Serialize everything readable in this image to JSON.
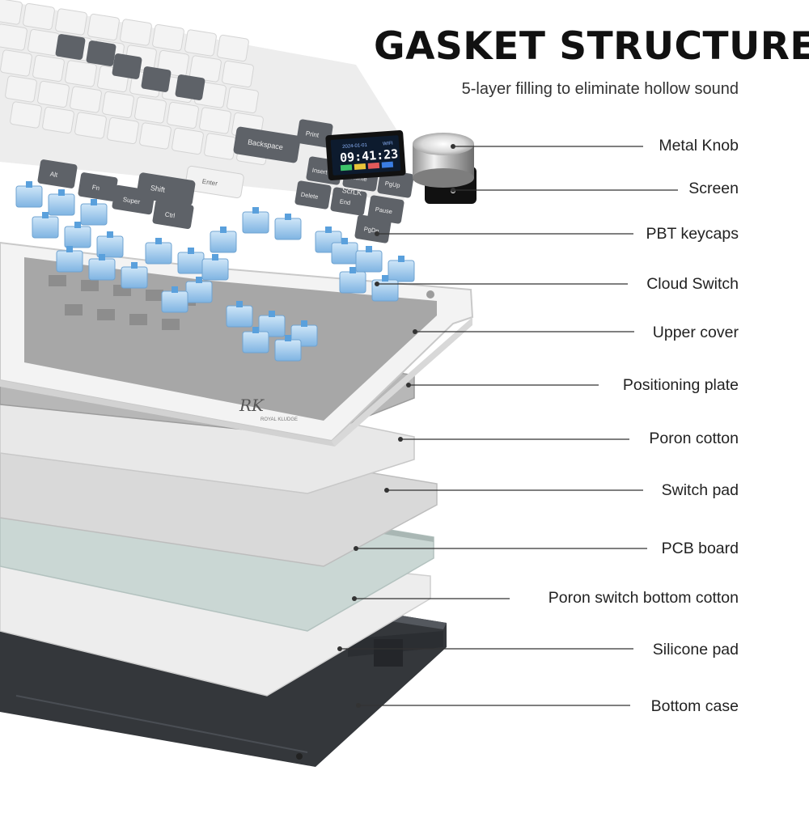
{
  "title": "GASKET STRUCTURE",
  "subtitle": "5-layer filling to eliminate hollow sound",
  "screen_display": {
    "date": "2024-01-01",
    "time": "09:41:23",
    "badge": "WIFI"
  },
  "brand": {
    "logo": "RK",
    "name": "ROYAL KLUDGE"
  },
  "keycap_legends": [
    "Backspace",
    "Enter",
    "Shift",
    "Alt",
    "Fn",
    "Super",
    "Ctrl",
    "Print",
    "Insert",
    "Home",
    "PgUp",
    "Delete",
    "End",
    "ScrLK",
    "Pause",
    "PgDn"
  ],
  "callouts": [
    {
      "label": "Metal Knob"
    },
    {
      "label": "Screen"
    },
    {
      "label": "PBT keycaps"
    },
    {
      "label": "Cloud Switch"
    },
    {
      "label": "Upper cover"
    },
    {
      "label": "Positioning plate"
    },
    {
      "label": "Poron cotton"
    },
    {
      "label": "Switch pad"
    },
    {
      "label": "PCB board"
    },
    {
      "label": "Poron switch bottom cotton"
    },
    {
      "label": "Silicone pad"
    },
    {
      "label": "Bottom case"
    }
  ],
  "colors": {
    "bottom_case": "#3a3d42",
    "silicone_pad": "#e9e9e9",
    "pcb_board": "#c9d9d6",
    "switch_pad": "#d6d6d6",
    "poron_cotton": "#e7e7e7",
    "positioning_plate": "#b8b8b8",
    "upper_cover": "#f2f2f2",
    "keycap_white": "#f4f4f4",
    "keycap_gray": "#5e6268",
    "switch_blue": "#9cc7ea",
    "knob_silver": "#c9c9c9"
  }
}
